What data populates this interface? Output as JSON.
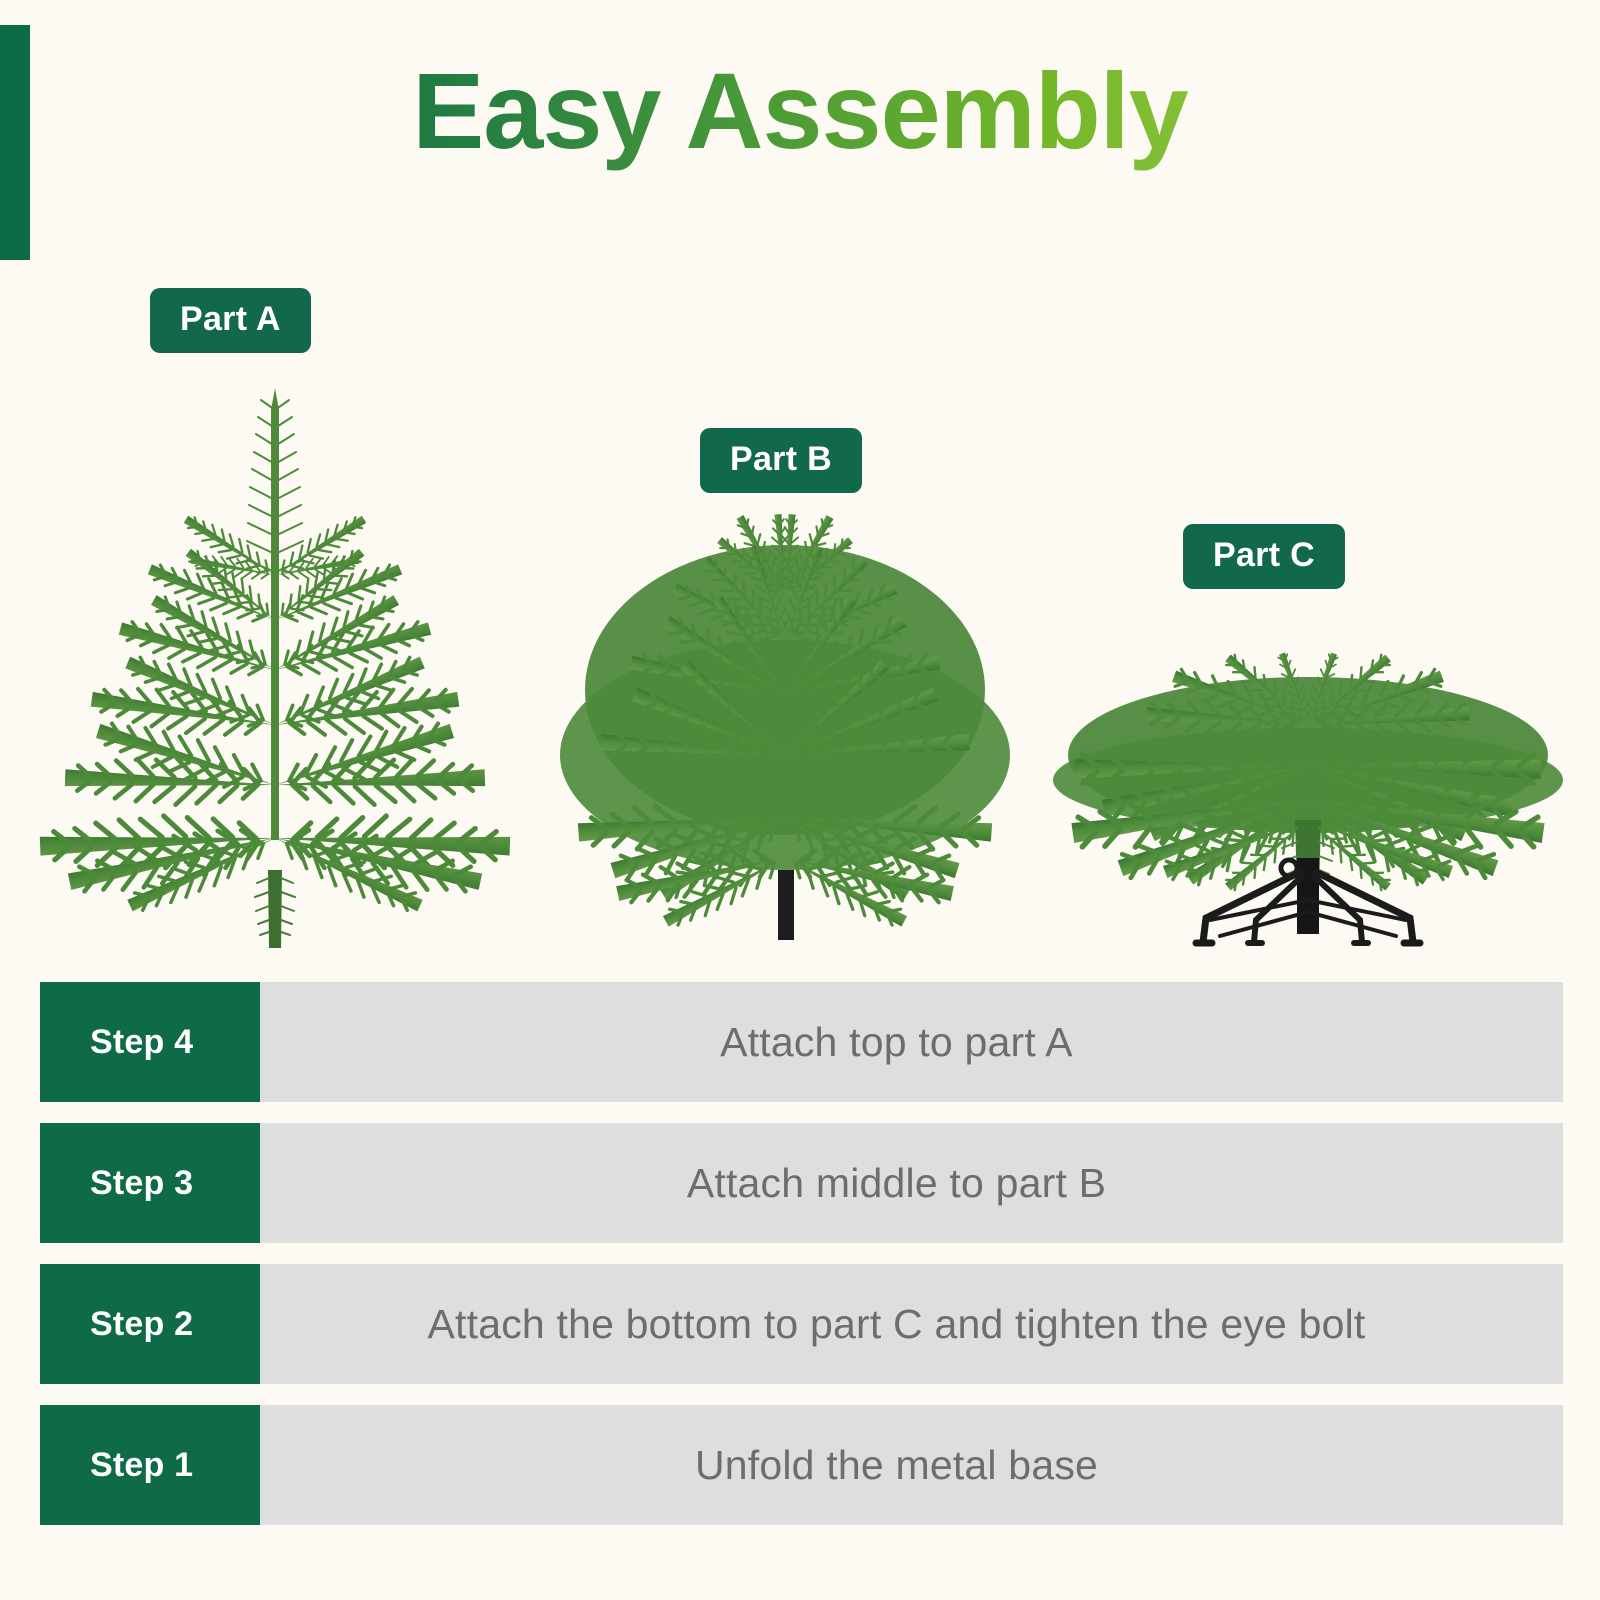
{
  "theme": {
    "background": "#fdfaf4",
    "brand_dark_green": "#0d6b45",
    "brand_light_green": "#8dc63f",
    "row_gray": "#dedede",
    "row_text_gray": "#6d6d6d",
    "stand_black": "#1b1b1b",
    "foliage_green": "#4c8a3a"
  },
  "header": {
    "title": "Easy Assembly"
  },
  "parts": [
    {
      "id": "a",
      "label": "Part A",
      "description": "top cone section of artificial christmas tree with pointed tip and radiating branches"
    },
    {
      "id": "b",
      "label": "Part B",
      "description": "dense bushy middle section with dark center pole stub"
    },
    {
      "id": "c",
      "label": "Part C",
      "description": "wide flat bottom tier mounted on black folding metal tripod stand"
    }
  ],
  "steps": [
    {
      "tag": "Step 4",
      "text": "Attach top to part A"
    },
    {
      "tag": "Step 3",
      "text": "Attach middle to part B"
    },
    {
      "tag": "Step 2",
      "text": "Attach the bottom to part C and tighten the eye bolt"
    },
    {
      "tag": "Step 1",
      "text": "Unfold the metal base"
    }
  ]
}
